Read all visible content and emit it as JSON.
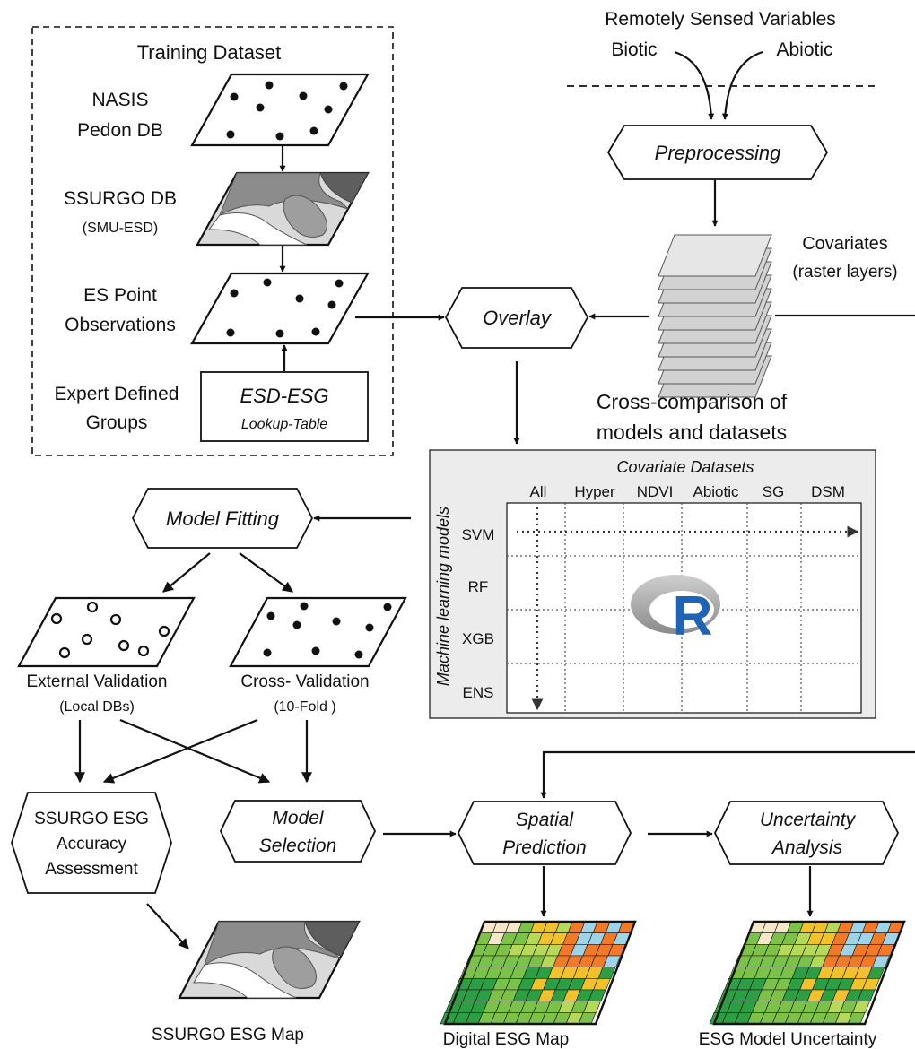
{
  "training": {
    "title": "Training Dataset",
    "nasis": [
      "NASIS",
      "Pedon DB"
    ],
    "ssurgo_db": "SSURGO DB",
    "ssurgo_db_sub": "(SMU-ESD)",
    "es_point": [
      "ES Point",
      "Observations"
    ],
    "expert": [
      "Expert Defined",
      "Groups"
    ],
    "lookup_title": "ESD-ESG",
    "lookup_sub": "Lookup-Table"
  },
  "remote": {
    "title": "Remotely Sensed Variables",
    "biotic": "Biotic",
    "abiotic": "Abiotic"
  },
  "preprocessing": "Preprocessing",
  "covariates": {
    "title": "Covariates",
    "sub": "(raster layers)"
  },
  "overlay": "Overlay",
  "cross_comparison": [
    "Cross-comparison of",
    "models and datasets"
  ],
  "matrix": {
    "title": "Covariate Datasets",
    "ylabel": "Machine learning models",
    "columns": [
      "All",
      "Hyper",
      "NDVI",
      "Abiotic",
      "SG",
      "DSM"
    ],
    "rows": [
      "SVM",
      "RF",
      "XGB",
      "ENS"
    ],
    "logo": "R"
  },
  "model_fitting": "Model Fitting",
  "external_validation": {
    "title": "External Validation",
    "sub": "(Local DBs)"
  },
  "cross_validation": {
    "title": "Cross- Validation",
    "sub": "(10-Fold )"
  },
  "ssurgo_accuracy": [
    "SSURGO ESG",
    "Accuracy",
    "Assessment"
  ],
  "model_selection": [
    "Model",
    "Selection"
  ],
  "spatial_prediction": [
    "Spatial",
    "Prediction"
  ],
  "uncertainty_analysis": [
    "Uncertainty",
    "Analysis"
  ],
  "outputs": {
    "ssurgo_map": "SSURGO ESG Map",
    "digital_map": "Digital ESG Map",
    "uncertainty_map": "ESG Model Uncertainty"
  },
  "colors": {
    "line": "#111111",
    "matrix_bg": "#ececec",
    "raster": [
      "#2e9e44",
      "#7cc24a",
      "#b7d95a",
      "#f2c12e",
      "#f07a2a",
      "#f5e8c8",
      "#9fd3e8"
    ],
    "r_logo_blue": "#1f63b4",
    "r_logo_grey": "#a7a7a7"
  }
}
